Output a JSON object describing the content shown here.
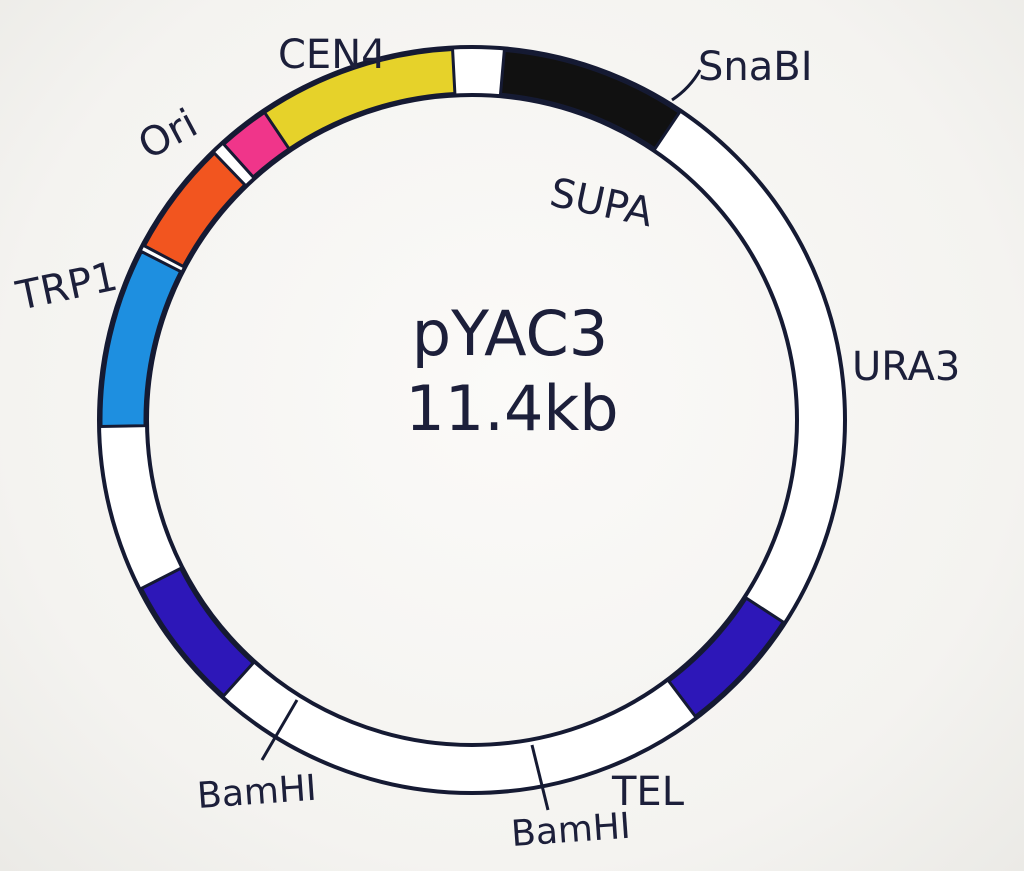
{
  "plasmid": {
    "name": "pYAC3",
    "size": "11.4kb"
  },
  "segments": [
    {
      "id": "cen4",
      "label": "CEN4",
      "color": "#1e8fe0"
    },
    {
      "id": "ori",
      "label": "Ori",
      "color": "#f2551f"
    },
    {
      "id": "trp1",
      "label": "TRP1",
      "color": "#f0358a"
    },
    {
      "id": "supa",
      "label": "SUPA",
      "color": "#e6d22a"
    },
    {
      "id": "ura3",
      "label": "URA3",
      "color": "#111111"
    },
    {
      "id": "tel-right",
      "label": "TEL",
      "color": "#2d17b8"
    },
    {
      "id": "tel-left",
      "label": "",
      "color": "#2d17b8"
    }
  ],
  "sites": [
    {
      "id": "snabi",
      "label": "SnaBI"
    },
    {
      "id": "bamhi-left",
      "label": "BamHI"
    },
    {
      "id": "bamhi-bottom",
      "label": "BamHI"
    }
  ],
  "colors": {
    "ink": "#1c1f3a",
    "ring": "#ffffff"
  }
}
